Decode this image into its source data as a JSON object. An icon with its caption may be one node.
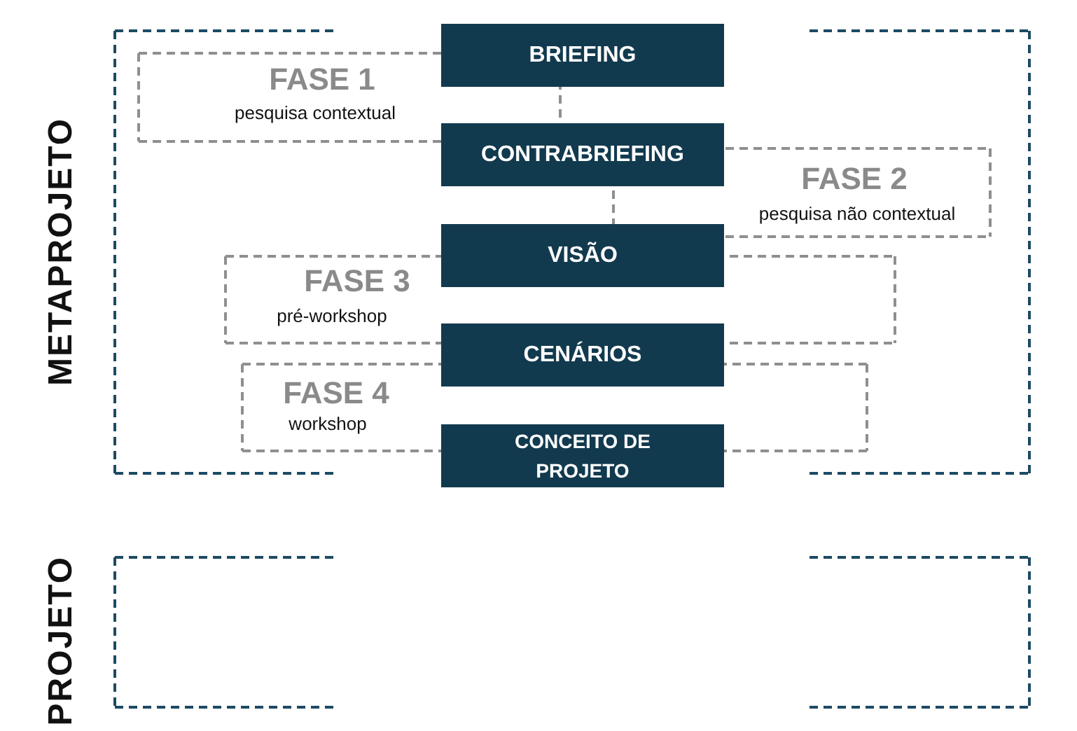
{
  "diagram": {
    "nodes": [
      {
        "text": [
          "METAPROJETO"
        ]
      },
      {
        "text": [
          "BRIEFING"
        ],
        "in": 0
      },
      {
        "text": [
          "FASE 1",
          "pesquisa contextual"
        ],
        "in": 0
      },
      {
        "text": [
          "CONTRABRIEFING"
        ],
        "in": 0
      },
      {
        "text": [
          "FASE 2",
          "pesquisa não contextual"
        ],
        "in": 0
      },
      {
        "text": [
          "VISÃO"
        ],
        "in": 0
      },
      {
        "text": [
          "FASE 3",
          "pré-workshop"
        ],
        "in": 0
      },
      {
        "text": [
          "CENÁRIOS"
        ],
        "in": 0
      },
      {
        "text": [
          "FASE 4",
          "workshop"
        ],
        "in": 0
      },
      {
        "text": [
          "CONCEITO DE PROJETO"
        ],
        "in": 0
      },
      {
        "text": [
          "PROJETO"
        ]
      }
    ]
  }
}
